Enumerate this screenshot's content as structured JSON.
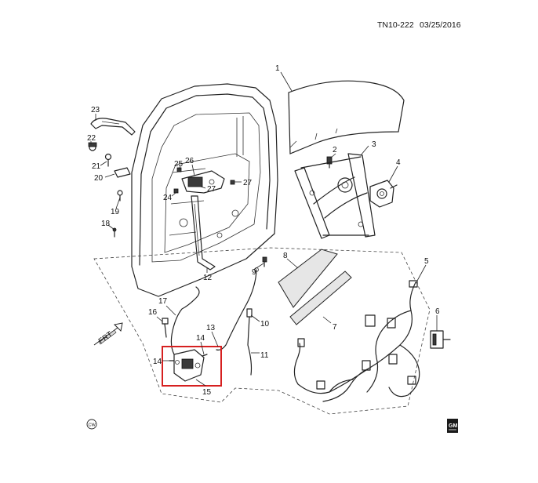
{
  "header": {
    "code": "TN10-222",
    "date": "03/25/2016"
  },
  "callouts": [
    "1",
    "2",
    "3",
    "4",
    "5",
    "6",
    "7",
    "8",
    "9",
    "10",
    "11",
    "12",
    "13",
    "14",
    "14",
    "15",
    "16",
    "17",
    "18",
    "19",
    "20",
    "21",
    "22",
    "23",
    "24",
    "25",
    "26",
    "27",
    "27"
  ],
  "highlight": {
    "color": "#d62020",
    "target_callout": "15"
  },
  "icons": {
    "front_arrow": "front-arrow-icon",
    "orientation": "orientation-badge-icon",
    "brand": "gm-badge-icon"
  },
  "badges": {
    "front": "FRT",
    "orientation": "CW",
    "brand": "GM"
  }
}
